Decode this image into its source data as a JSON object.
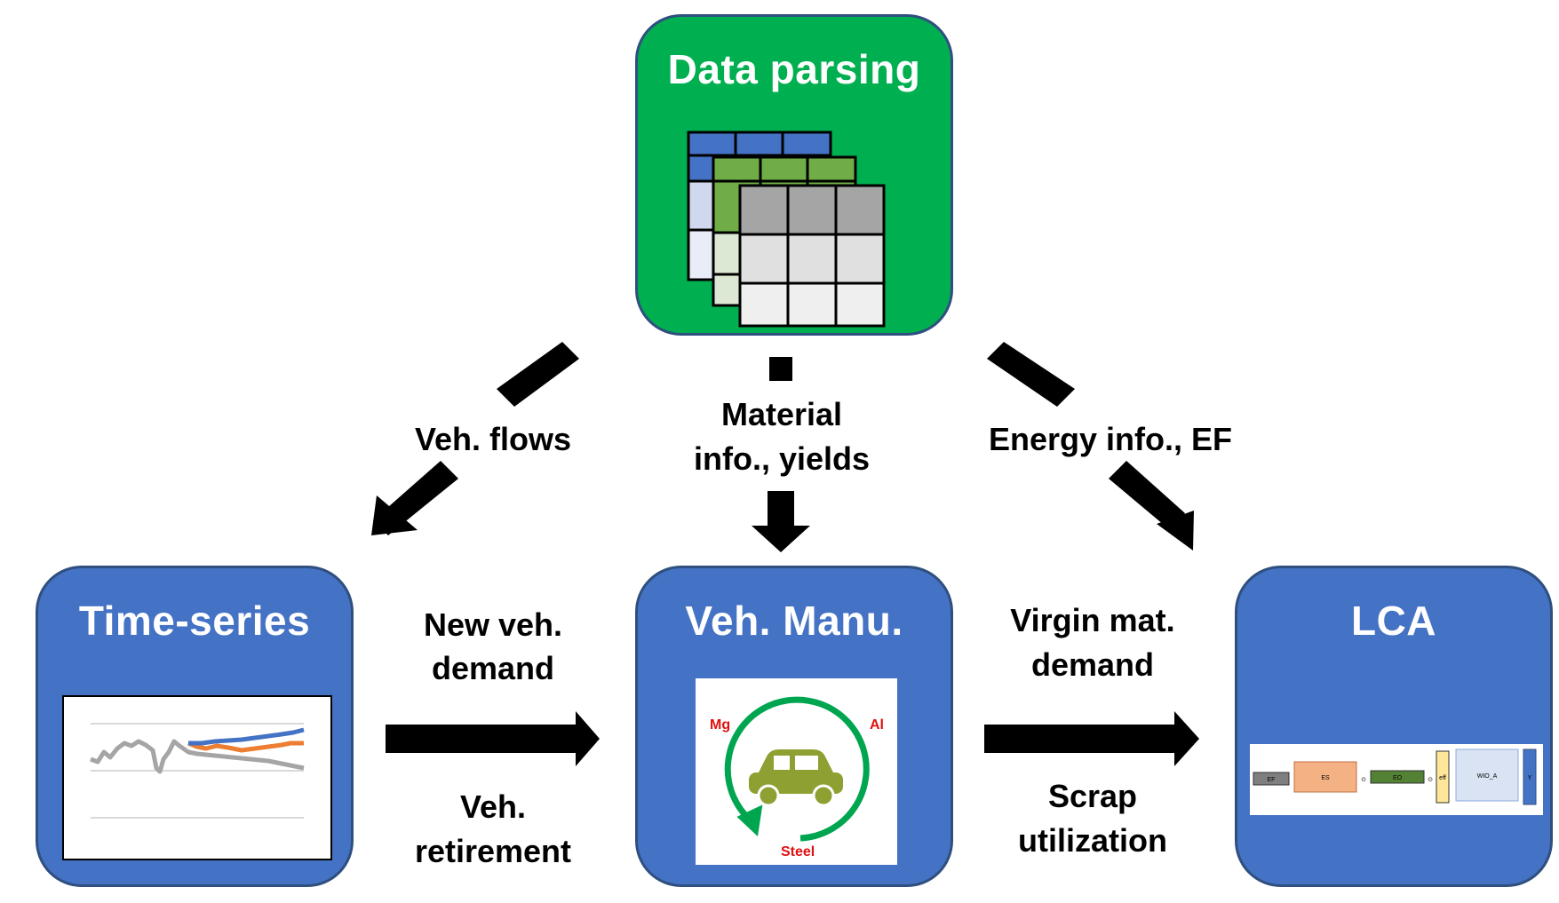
{
  "nodes": {
    "data_parsing": {
      "title": "Data parsing",
      "color": "#00b050"
    },
    "time_series": {
      "title": "Time-series",
      "color": "#4472c4"
    },
    "veh_manu": {
      "title": "Veh. Manu.",
      "color": "#4472c4"
    },
    "lca": {
      "title": "LCA",
      "color": "#4472c4"
    }
  },
  "edges": {
    "veh_flows": "Veh. flows",
    "material_line1": "Material",
    "material_line2": "info., yields",
    "energy": "Energy info., EF",
    "new_veh_line1": "New veh.",
    "new_veh_line2": "demand",
    "retire_line1": "Veh.",
    "retire_line2": "retirement",
    "virgin_line1": "Virgin mat.",
    "virgin_line2": "demand",
    "scrap_line1": "Scrap",
    "scrap_line2": "utilization"
  },
  "cycle_labels": {
    "mg": "Mg",
    "al": "Al",
    "steel": "Steel"
  },
  "lca_blocks": {
    "ef": "EF",
    "es": "ES",
    "eo": "EO",
    "eff": "eff",
    "wio": "WIO_A",
    "y": "Y"
  }
}
